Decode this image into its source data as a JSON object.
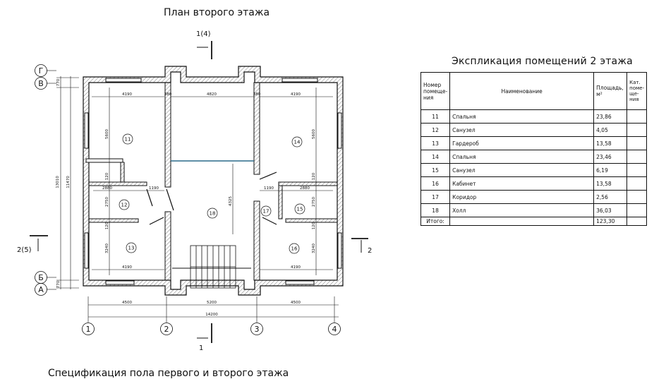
{
  "titles": {
    "plan": "План второго этажа",
    "explication": "Экспликация помещений 2 этажа",
    "specification": "Спецификация пола первого и второго этажа"
  },
  "plan": {
    "section_marks": {
      "top": "1(4)",
      "bottom": "1",
      "left": "2(5)",
      "right": "2"
    },
    "axes_letters": [
      "Г",
      "В",
      "Б",
      "А"
    ],
    "axes_numbers": [
      "1",
      "2",
      "3",
      "4"
    ],
    "room_numbers": [
      "11",
      "12",
      "13",
      "14",
      "15",
      "16",
      "17",
      "18"
    ],
    "dimensions": {
      "bottom_chain": [
        "4500",
        "5200",
        "4500"
      ],
      "bottom_total": "14200",
      "left_chain": [
        "770",
        "11470",
        "770"
      ],
      "left_total": "13010",
      "top_inner": [
        "4190",
        "380",
        "4820",
        "380",
        "4190"
      ],
      "bottom_inner": [
        "4190",
        "4190"
      ],
      "left_rooms": [
        "5600",
        "120",
        "2750",
        "120",
        "3240"
      ],
      "right_rooms": [
        "5600",
        "120",
        "2750",
        "120",
        "3240"
      ],
      "mid_left": [
        "2880",
        "1190"
      ],
      "mid_right": [
        "1190",
        "2880"
      ],
      "hall_height": "4325"
    }
  },
  "explication": {
    "headers": {
      "number": "Номер помеще- ния",
      "name": "Наименование",
      "area": "Площадь, м²",
      "category": "Кат. поме- ще- ния"
    },
    "rows": [
      {
        "number": "11",
        "name": "Спальня",
        "area": "23,86",
        "category": ""
      },
      {
        "number": "12",
        "name": "Санузел",
        "area": "4,05",
        "category": ""
      },
      {
        "number": "13",
        "name": "Гардероб",
        "area": "13,58",
        "category": ""
      },
      {
        "number": "14",
        "name": "Спальня",
        "area": "23,46",
        "category": ""
      },
      {
        "number": "15",
        "name": "Санузел",
        "area": "6,19",
        "category": ""
      },
      {
        "number": "16",
        "name": "Кабинет",
        "area": "13,58",
        "category": ""
      },
      {
        "number": "17",
        "name": "Коридор",
        "area": "2,56",
        "category": ""
      },
      {
        "number": "18",
        "name": "Холл",
        "area": "36,03",
        "category": ""
      }
    ],
    "total": {
      "label": "Итого:",
      "area": "123,30"
    }
  }
}
